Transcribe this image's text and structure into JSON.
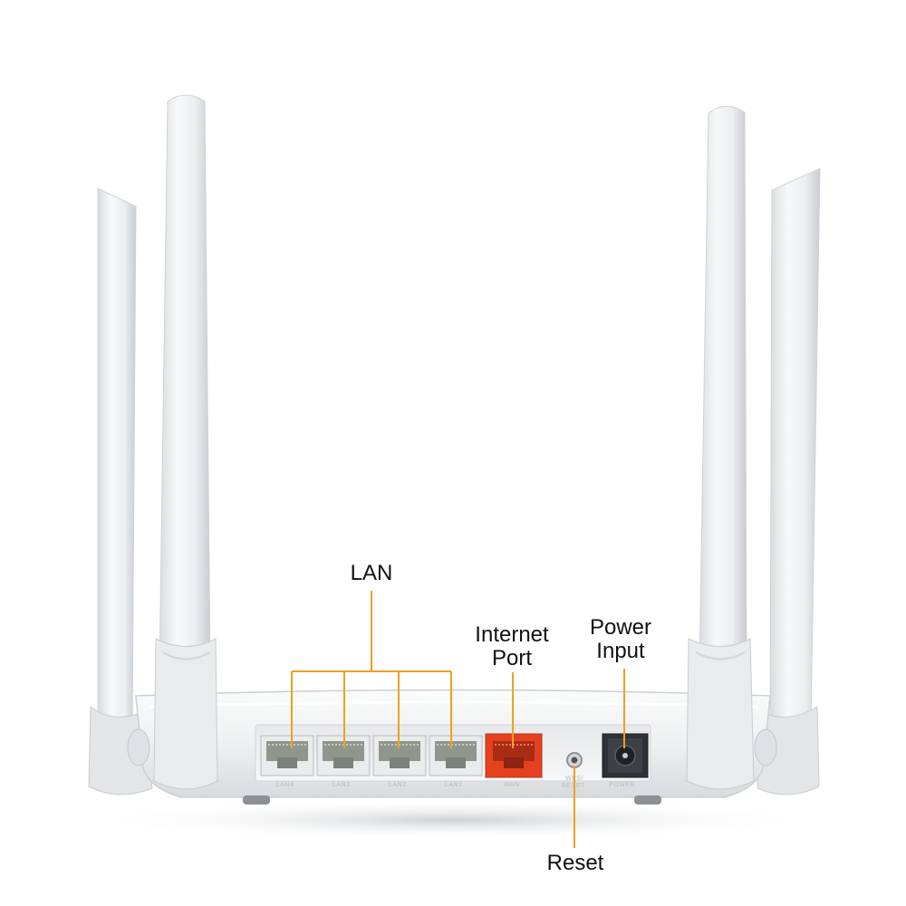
{
  "image": {
    "subject": "router",
    "accent_color": "#f0a020",
    "wan_color": "#e5411f",
    "body_color": "#f2f3f4"
  },
  "callouts": {
    "lan": "LAN",
    "internet_line1": "Internet",
    "internet_line2": "Port",
    "power_line1": "Power",
    "power_line2": "Input",
    "reset": "Reset"
  },
  "port_labels": {
    "lan4": "LAN4",
    "lan3": "LAN3",
    "lan2": "LAN2",
    "lan1": "LAN1",
    "wan": "WAN",
    "wps_reset_line1": "WPS/",
    "wps_reset_line2": "RESET",
    "power": "POWER"
  }
}
